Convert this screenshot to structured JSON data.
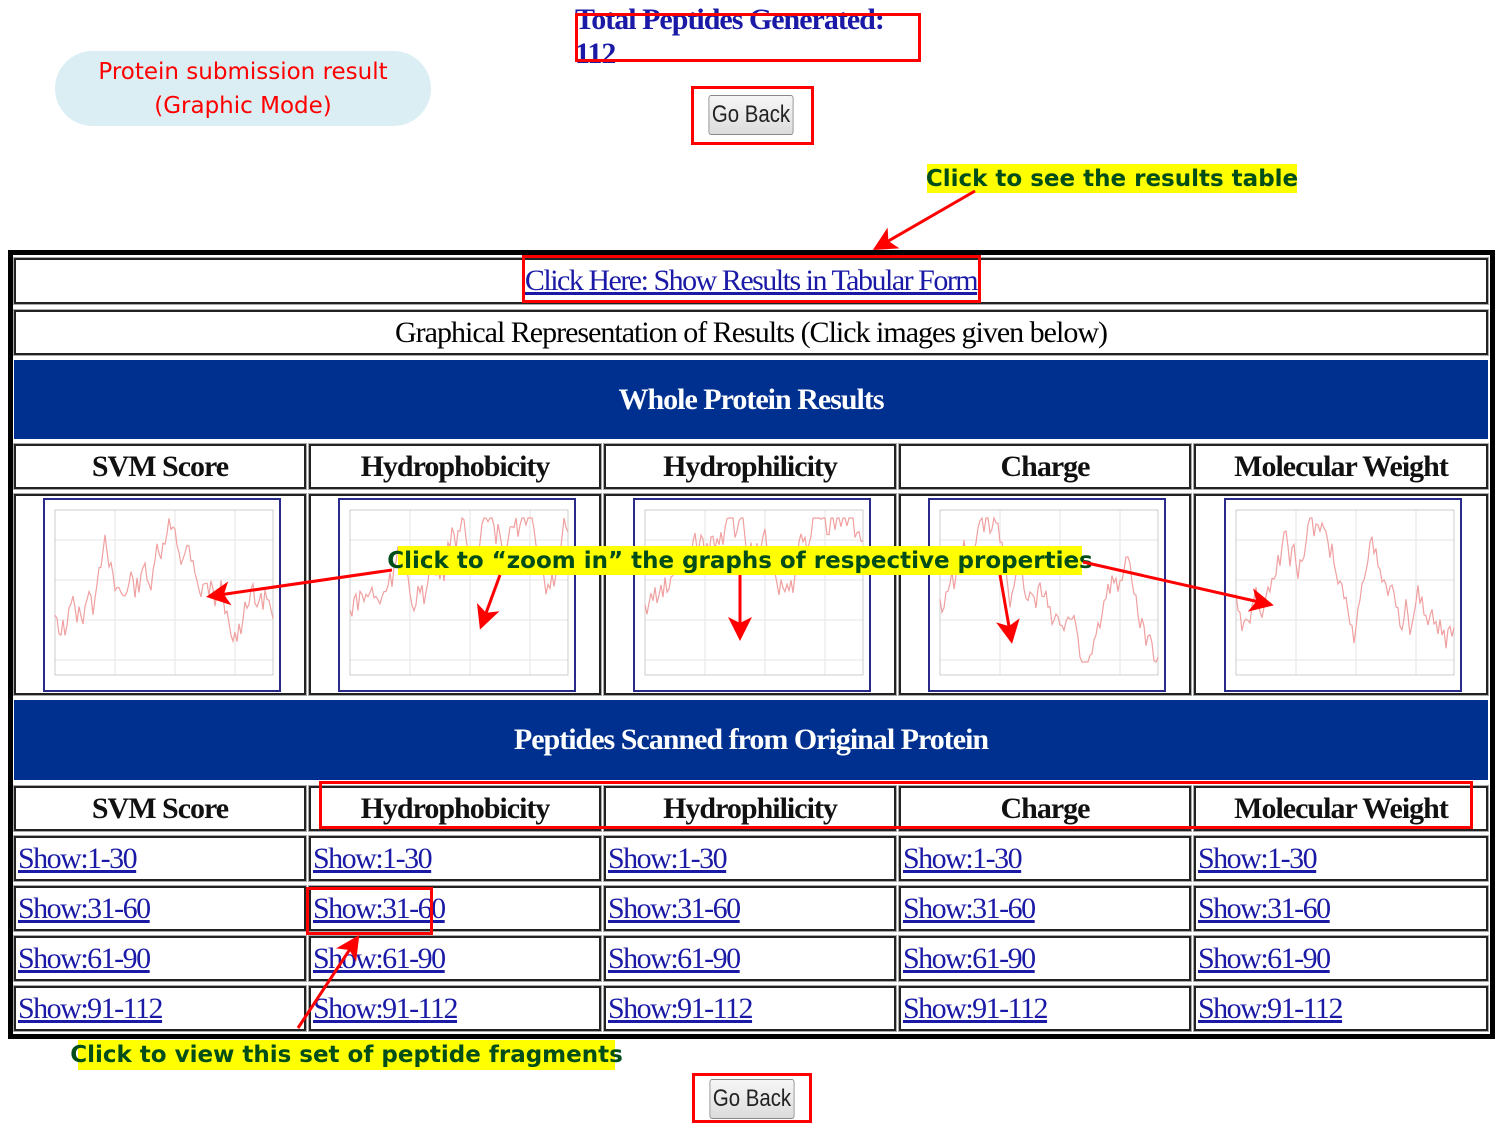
{
  "annotation_title": {
    "line1": "Protein submission result",
    "line2": "(Graphic Mode)"
  },
  "total_label": "Total Peptides Generated: 112",
  "go_back_label": "Go Back",
  "tabular_link": "Click Here: Show Results in Tabular Form",
  "graph_caption": "Graphical Representation of Results (Click images given below)",
  "whole_protein_heading": "Whole Protein Results",
  "peptides_heading": "Peptides Scanned from Original Protein",
  "properties": [
    "SVM Score",
    "Hydrophobicity",
    "Hydrophilicity",
    "Charge",
    "Molecular Weight"
  ],
  "ranges": [
    "Show:1-30",
    "Show:31-60",
    "Show:61-90",
    "Show:91-112"
  ],
  "callouts": {
    "results_table": "Click to see the results table",
    "zoom_graphs": "Click to “zoom in” the graphs of respective properties",
    "peptide_set": "Click to view this set of peptide fragments"
  },
  "colors": {
    "band": "#00308f",
    "link": "#1a1aa6",
    "annotation": "#ff0000",
    "callout_bg": "#ffff00"
  }
}
